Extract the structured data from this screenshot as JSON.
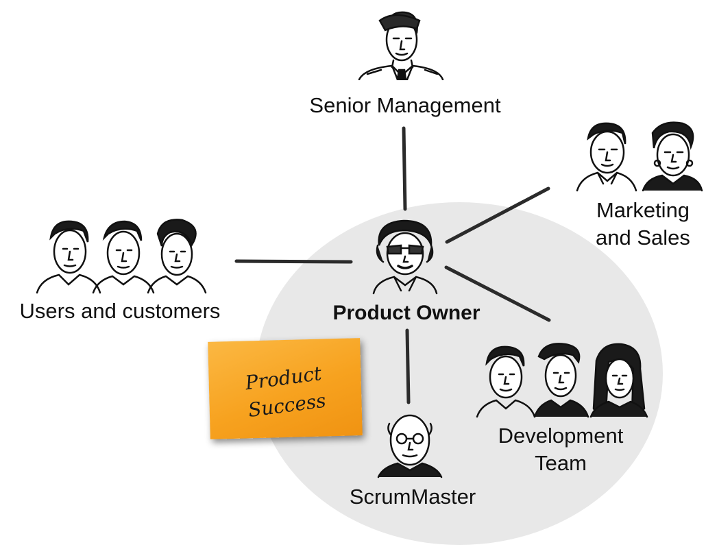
{
  "nodes": {
    "senior_management": "Senior Management",
    "marketing_sales": "Marketing\nand Sales",
    "users_customers": "Users and customers",
    "product_owner": "Product Owner",
    "development_team": "Development\nTeam",
    "scrum_master": "ScrumMaster"
  },
  "sticky_note": {
    "text": "Product\nSuccess"
  },
  "colors": {
    "circle": "#e8e8e8",
    "lines": "#2b2b2b",
    "note": "#f7a21f"
  }
}
